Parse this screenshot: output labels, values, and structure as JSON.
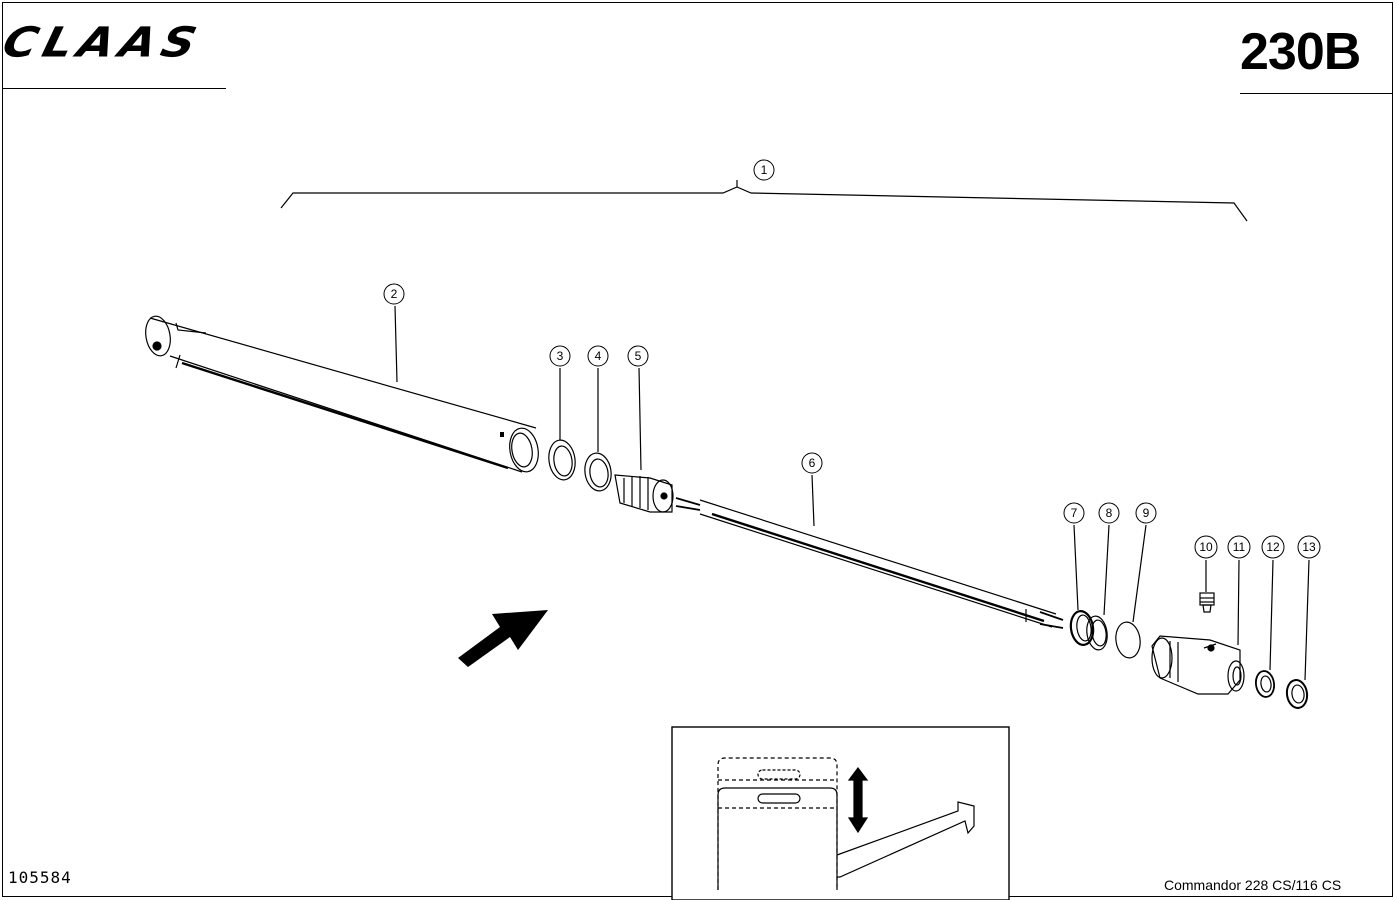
{
  "header": {
    "brand_logo": "CLAAS",
    "sheet_number": "230B"
  },
  "footer": {
    "drawing_number": "105584",
    "model": "Commandor 228 CS/116 CS"
  },
  "callouts": [
    "1",
    "2",
    "3",
    "4",
    "5",
    "6",
    "7",
    "8",
    "9",
    "10",
    "11",
    "12",
    "13"
  ]
}
